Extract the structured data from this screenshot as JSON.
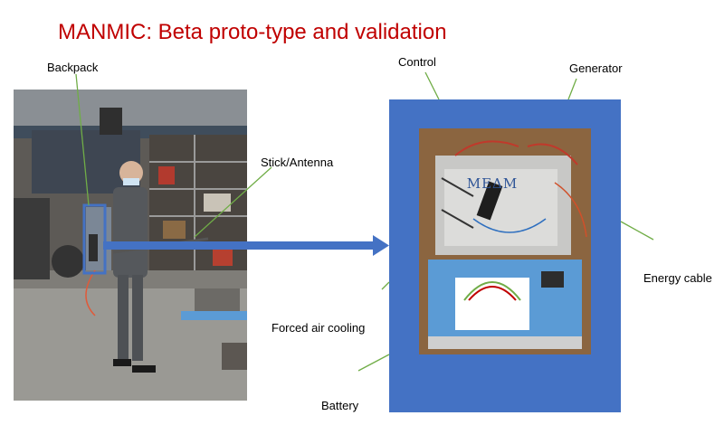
{
  "title": "MANMIC: Beta proto-type and validation",
  "labels": {
    "backpack": "Backpack",
    "control": "Control",
    "generator": "Generator",
    "stick": "Stick/Antenna",
    "energy_cable": "Energy cable",
    "cooling": "Forced air cooling",
    "battery": "Battery"
  },
  "logo_text": "MEΔM",
  "colors": {
    "title": "#c00000",
    "frame": "#4472c4",
    "arrow": "#4472c4",
    "leader": "#70ad47"
  }
}
